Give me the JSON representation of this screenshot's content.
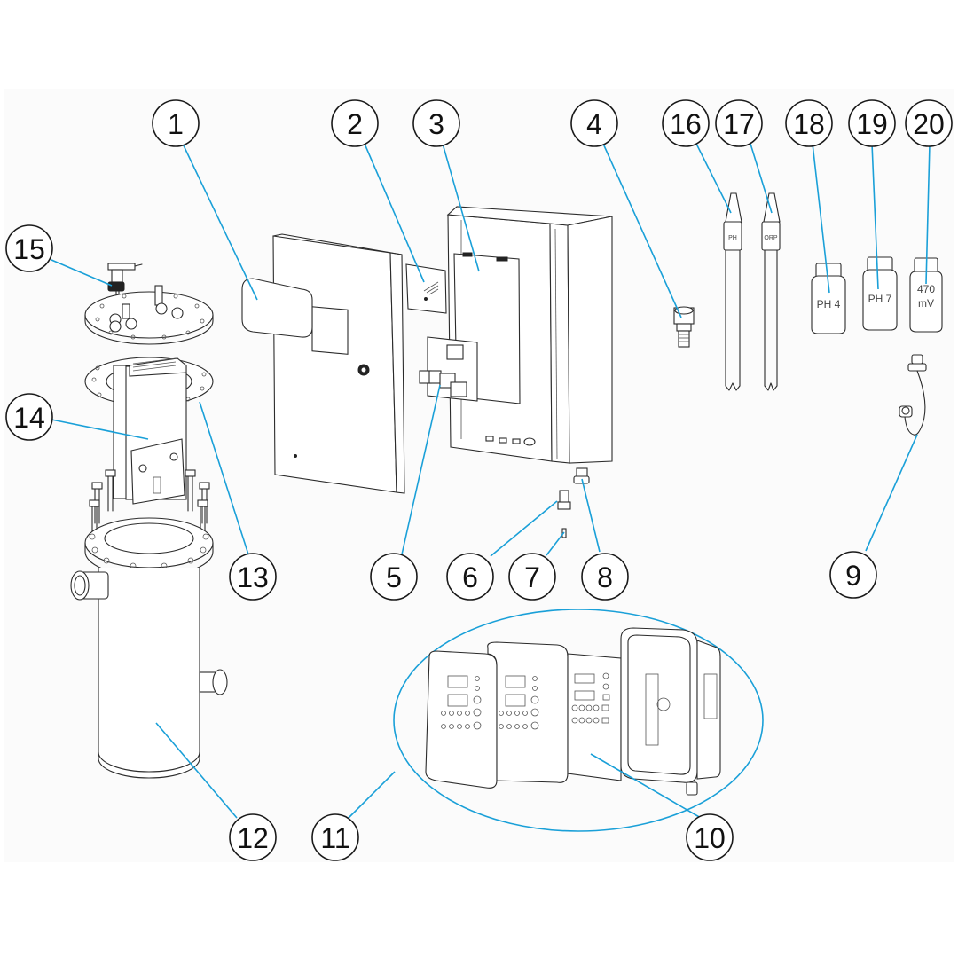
{
  "diagram": {
    "type": "exploded-parts-view",
    "subject": "Salt chlorinator with pH / ORP control unit",
    "callouts": [
      {
        "number": "1",
        "part": "front-cover-panel"
      },
      {
        "number": "2",
        "part": "display-board"
      },
      {
        "number": "3",
        "part": "power-supply-module"
      },
      {
        "number": "4",
        "part": "probe-holder-fitting"
      },
      {
        "number": "5",
        "part": "control-board-with-relays"
      },
      {
        "number": "6",
        "part": "flow-switch"
      },
      {
        "number": "7",
        "part": "fuse"
      },
      {
        "number": "8",
        "part": "cable-gland-connector"
      },
      {
        "number": "9",
        "part": "probe-cable"
      },
      {
        "number": "10",
        "part": "controller-electronics"
      },
      {
        "number": "11",
        "part": "controller-box-assembly"
      },
      {
        "number": "12",
        "part": "cell-body"
      },
      {
        "number": "13",
        "part": "flange-gasket"
      },
      {
        "number": "14",
        "part": "electrode-plates"
      },
      {
        "number": "15",
        "part": "salt-level-sensor"
      },
      {
        "number": "16",
        "part": "ph-probe"
      },
      {
        "number": "17",
        "part": "orp-probe"
      },
      {
        "number": "18",
        "part": "ph4-buffer-solution"
      },
      {
        "number": "19",
        "part": "ph7-buffer-solution"
      },
      {
        "number": "20",
        "part": "470mv-buffer-solution"
      }
    ],
    "printed_labels": {
      "ph_probe": "PH",
      "orp_probe": "ORP",
      "bottle_18": "PH 4",
      "bottle_19": "PH 7",
      "bottle_20_line1": "470",
      "bottle_20_line2": "mV"
    },
    "colors": {
      "leader_line": "#1aa0d8",
      "outline": "#2b2b2b",
      "background": "#fbfbfb"
    }
  }
}
